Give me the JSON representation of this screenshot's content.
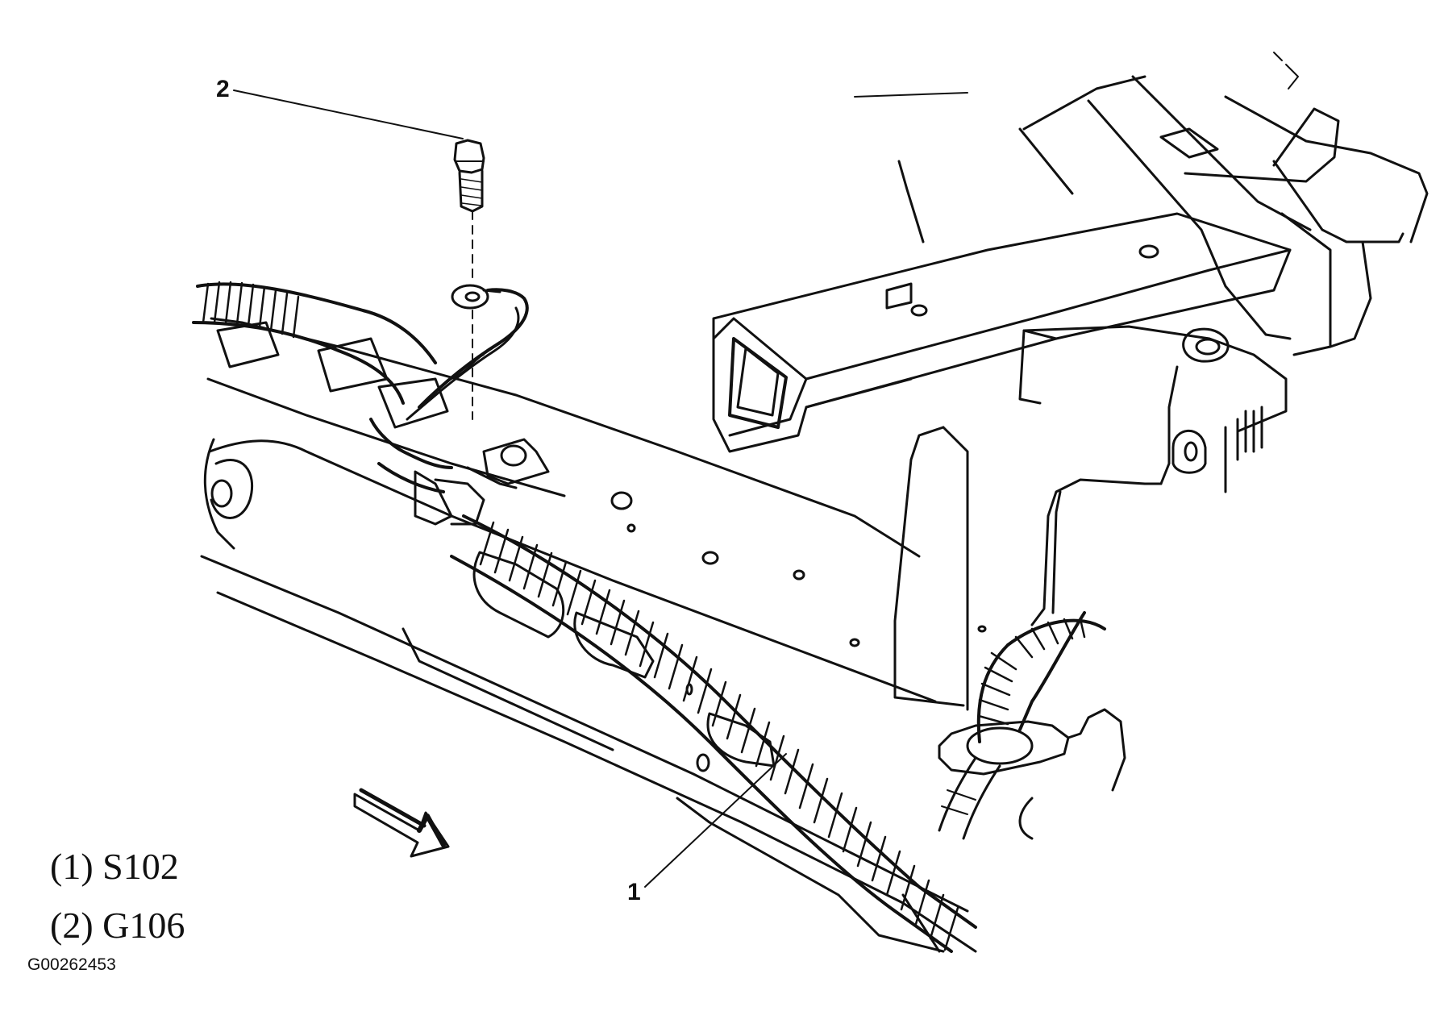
{
  "figure": {
    "id": "G00262453",
    "callouts": {
      "harness": "1",
      "bolt": "2"
    },
    "legend": [
      {
        "label": "(1) S102"
      },
      {
        "label": "(2) G106"
      }
    ]
  },
  "icons": {
    "direction_arrow": "front-direction-arrow-icon",
    "bolt": "ground-bolt-icon",
    "harness": "wiring-harness-conduit"
  }
}
